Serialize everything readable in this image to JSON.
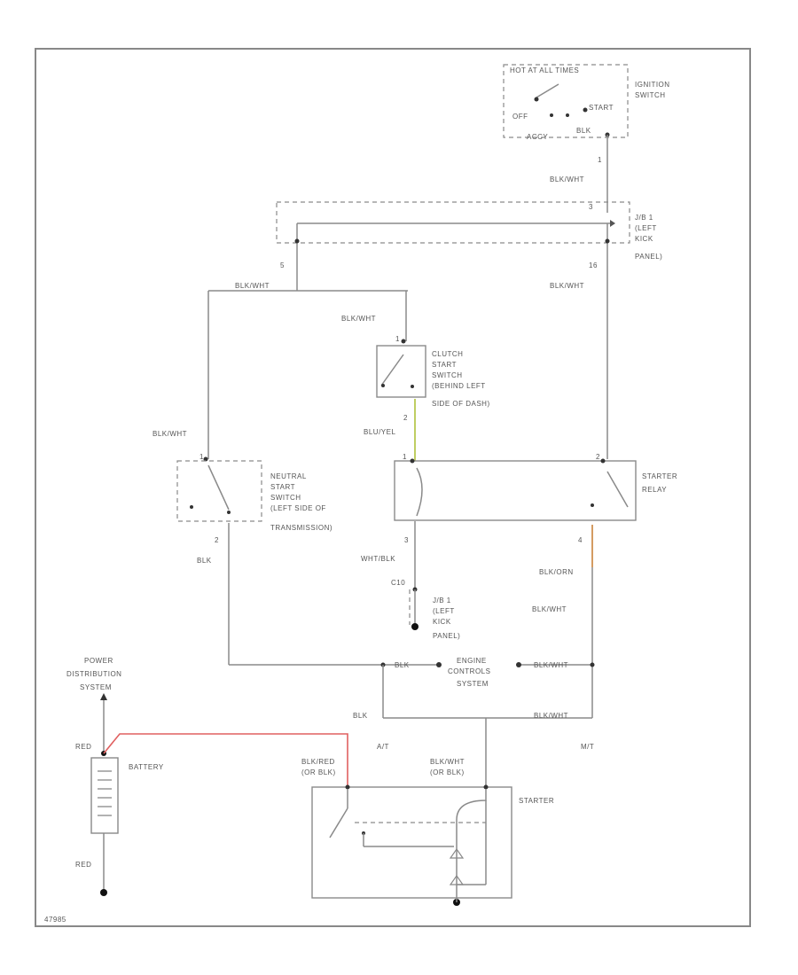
{
  "colors": {
    "wire": "#8a8a8a",
    "battery_positive": "#e06060",
    "bu_yel_wire": "#b8c850",
    "blk_orn_wire": "#d09050"
  },
  "ignition": {
    "title": "HOT AT ALL TIMES",
    "name": "IGNITION SWITCH",
    "off": "OFF",
    "start": "START",
    "accy": "ACCY",
    "wire": "BLK",
    "pin": "1"
  },
  "jb_top": {
    "name": "J/B 1 (LEFT KICK PANEL)",
    "pin_left": "5",
    "pin_right": "16",
    "pin_top": "3"
  },
  "wires": {
    "ign_out": "BLK/WHT",
    "left_top": "BLK/WHT",
    "right_top": "BLK/WHT",
    "clutch_in": "BLK/WHT",
    "neutral_in": "BLK/WHT",
    "clutch_out": "BLU/YEL",
    "neutral_out": "BLK",
    "relay_coil_out": "WHT/BLK",
    "relay_out": "BLK/ORN",
    "relay_out2": "BLK/WHT",
    "ecs_left": "BLK",
    "ecs_right": "BLK/WHT",
    "at": "A/T",
    "mt": "M/T",
    "at_wire": "BLK",
    "mt_wire": "BLK/WHT",
    "battery_wire": "BLK/RED (OR BLK)",
    "starter_wire": "BLK/WHT (OR BLK)",
    "battery_pos": "RED",
    "battery_neg": "RED"
  },
  "clutch": {
    "name": "CLUTCH START SWITCH (BEHIND LEFT SIDE OF DASH)",
    "pin_top": "1",
    "pin_bottom": "2"
  },
  "neutral": {
    "name": "NEUTRAL START SWITCH (LEFT SIDE OF TRANSMISSION)",
    "pin_top": "1",
    "pin_bottom": "2"
  },
  "relay": {
    "name": "STARTER RELAY",
    "pin1": "1",
    "pin2": "2",
    "pin3": "3",
    "pin4": "4"
  },
  "jb_bottom": {
    "name": "J/B 1 (LEFT KICK PANEL)",
    "pin": "C10"
  },
  "ecs": {
    "name": "ENGINE CONTROLS SYSTEM"
  },
  "power": {
    "name": "POWER DISTRIBUTION SYSTEM"
  },
  "battery": {
    "name": "BATTERY"
  },
  "starter": {
    "name": "STARTER"
  },
  "footer": {
    "id": "47985"
  }
}
